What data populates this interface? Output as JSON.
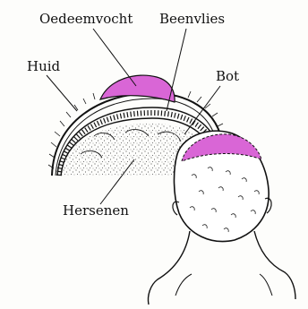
{
  "labels": {
    "oedeemvocht": "Oedeemvocht",
    "beenvlies": "Beenvlies",
    "huid": "Huid",
    "bot": "Bot",
    "hersenen": "Hersenen"
  },
  "colors": {
    "swelling": "#d966d6",
    "ink": "#111111",
    "paper": "#fdfdfb"
  }
}
